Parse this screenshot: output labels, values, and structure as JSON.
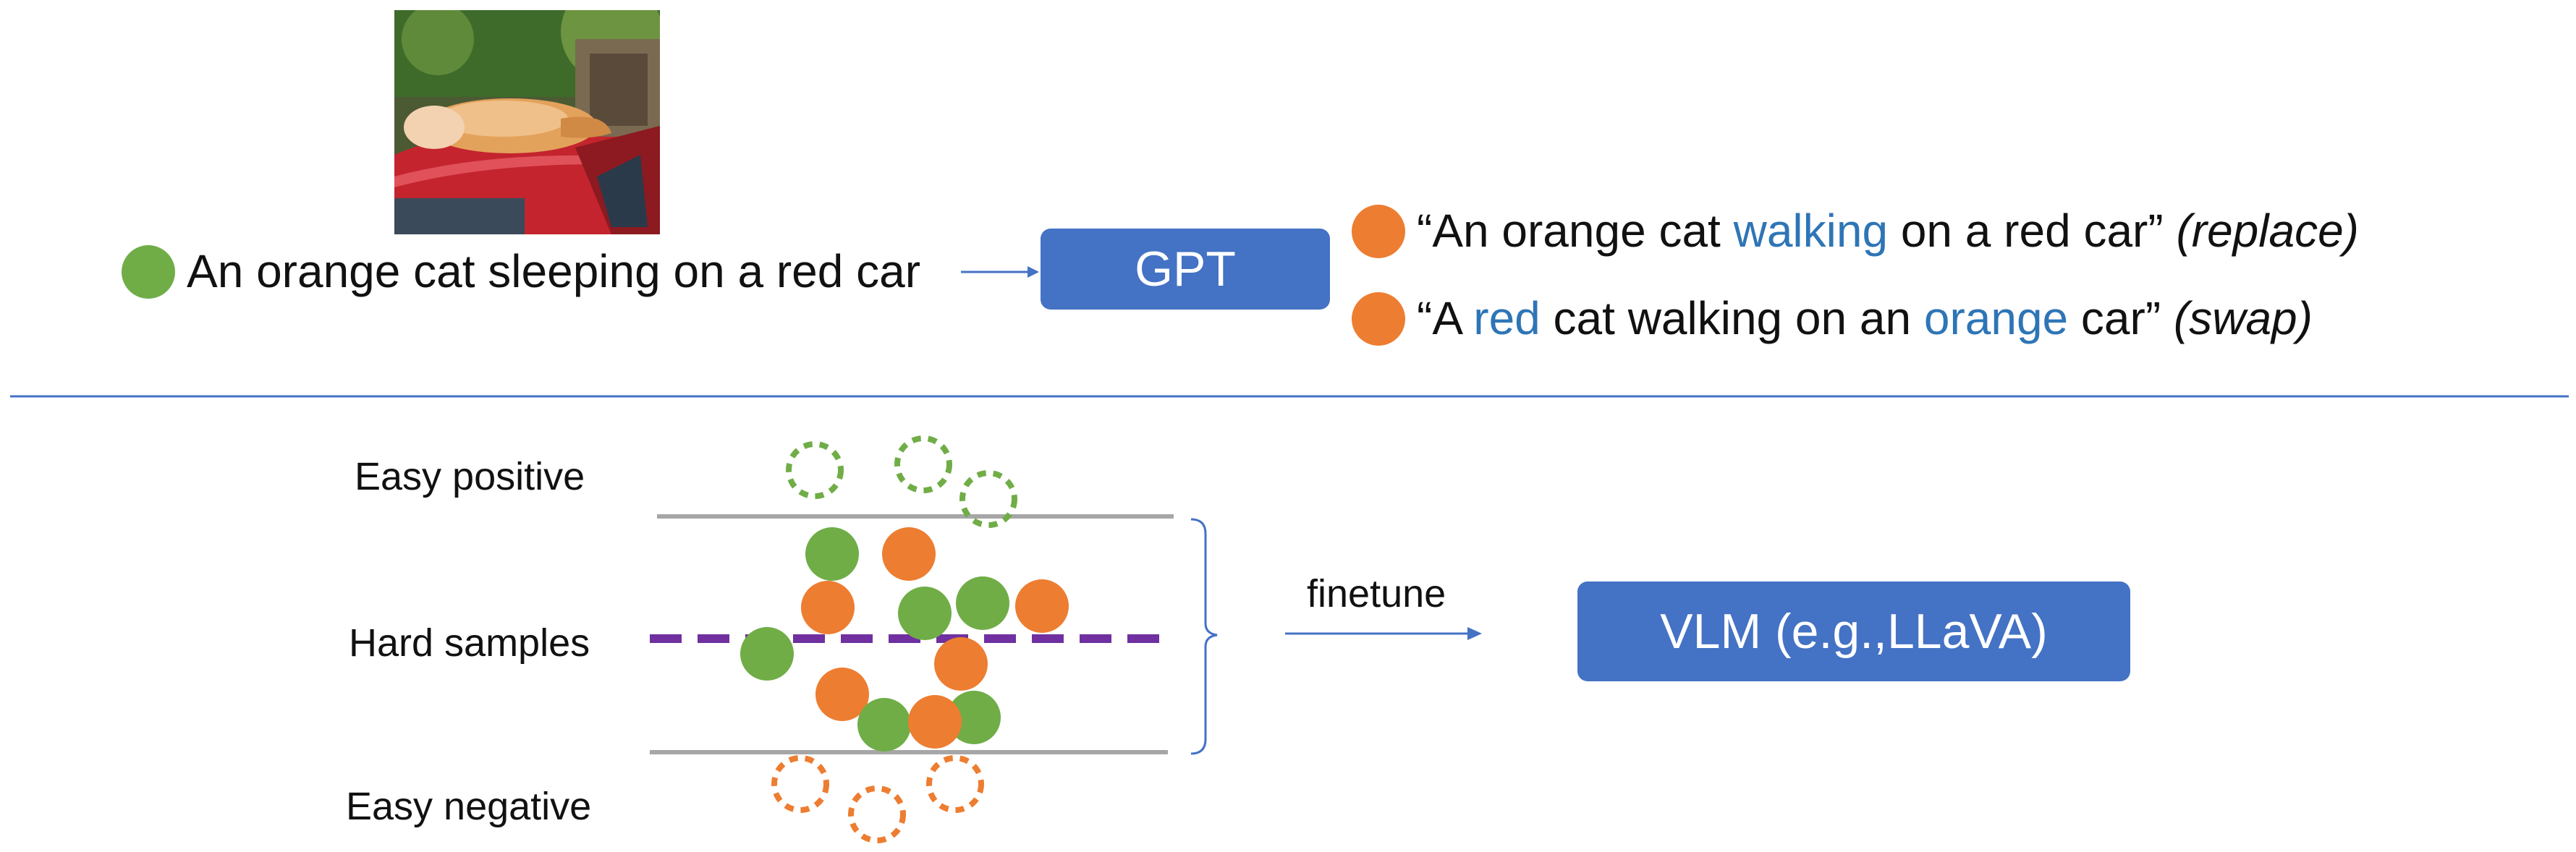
{
  "colors": {
    "positive": "#70ad47",
    "negative": "#ed7d31",
    "box": "#4472c4",
    "highlight": "#2e75b6",
    "boundary": "#7030a0",
    "rule": "#4472c4",
    "line": "#a6a6a6"
  },
  "top": {
    "image_icon": "cat-photo",
    "source_caption": "An orange cat sleeping on a red car",
    "gpt_label": "GPT",
    "neg1": {
      "q1": "“An orange cat ",
      "h1": "walking",
      "q2": " on a red car” ",
      "tag": "(replace)"
    },
    "neg2": {
      "q1": "“A ",
      "h1": "red",
      "q2": " cat walking on an ",
      "h2": "orange",
      "q3": " car” ",
      "tag": "(swap)"
    }
  },
  "bottom": {
    "easy_positive": "Easy positive",
    "hard_samples": "Hard samples",
    "easy_negative": "Easy negative",
    "finetune": "finetune",
    "vlm_label": "VLM (e.g.,LLaVA)"
  }
}
